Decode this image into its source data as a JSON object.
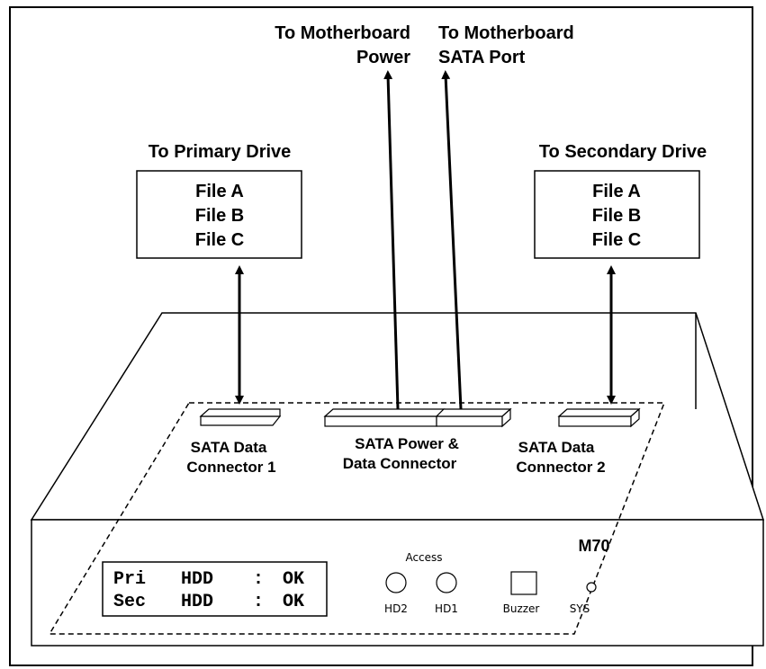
{
  "top_labels": {
    "motherboard_power": [
      "To Motherboard",
      "Power"
    ],
    "motherboard_sata": [
      "To Motherboard",
      "SATA Port"
    ]
  },
  "primary_drive": {
    "title": "To Primary Drive",
    "files": [
      "File A",
      "File B",
      "File C"
    ]
  },
  "secondary_drive": {
    "title": "To Secondary Drive",
    "files": [
      "File A",
      "File B",
      "File C"
    ]
  },
  "connectors": {
    "data1": [
      "SATA Data",
      "Connector 1"
    ],
    "power_data": [
      "SATA Power  &",
      "Data Connector"
    ],
    "data2": [
      "SATA Data",
      "Connector 2"
    ]
  },
  "front_panel": {
    "model": "M70",
    "lcd_rows": [
      [
        "Pri",
        "HDD",
        ":",
        "OK"
      ],
      [
        "Sec",
        "HDD",
        ":",
        "OK"
      ]
    ],
    "access_label": "Access",
    "led_hd2": "HD2",
    "led_hd1": "HD1",
    "buzzer": "Buzzer",
    "sys": "SYS"
  }
}
